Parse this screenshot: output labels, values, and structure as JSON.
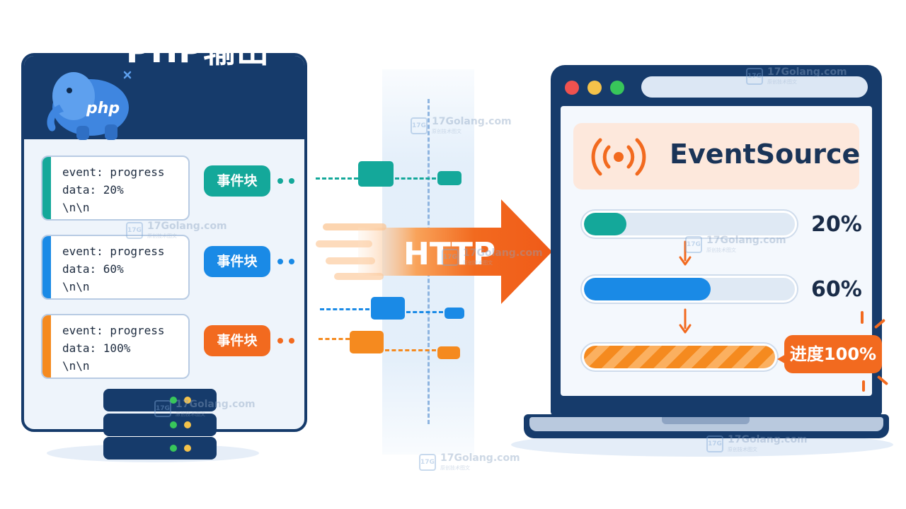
{
  "php_panel": {
    "title": "PHP输出",
    "logo_text": "php",
    "events": [
      {
        "line1": "event: progress",
        "line2": "data: 20%",
        "line3": "\\n\\n",
        "chunk_label": "事件块",
        "color": "#14a89a"
      },
      {
        "line1": "event: progress",
        "line2": "data: 60%",
        "line3": "\\n\\n",
        "chunk_label": "事件块",
        "color": "#1a8ae6"
      },
      {
        "line1": "event: progress",
        "line2": "data: 100%",
        "line3": "\\n\\n",
        "chunk_label": "事件块",
        "color": "#f58a1f"
      }
    ]
  },
  "transport": {
    "label": "HTTP",
    "arrow_color": "#f26a1f"
  },
  "browser": {
    "api_title": "EventSource",
    "progress": [
      {
        "value": 0.2,
        "label": "20%",
        "color": "#14a89a"
      },
      {
        "value": 0.6,
        "label": "60%",
        "color": "#1a8ae6"
      },
      {
        "value": 1.0,
        "label": "",
        "color": "#f58a1f"
      }
    ],
    "done_label": "进度100%",
    "window_buttons": [
      "#f0524f",
      "#f4c24a",
      "#38c65a"
    ]
  },
  "watermark": {
    "text": "17Golang.com",
    "sub": "原创技术图文",
    "badge": "17G"
  },
  "colors": {
    "navy": "#163b6b",
    "accent": "#f26a1f"
  }
}
